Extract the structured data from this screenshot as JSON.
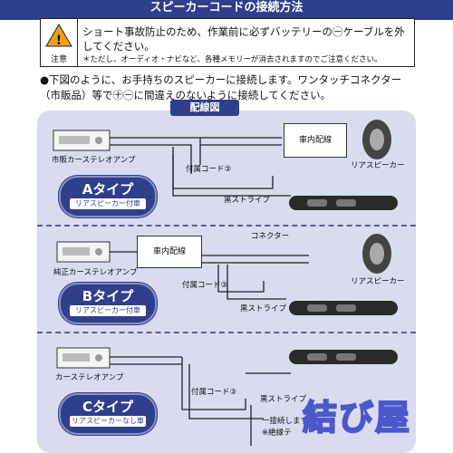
{
  "header": {
    "title": "スピーカーコードの接続方法"
  },
  "warning": {
    "label": "注意",
    "line1": "ショート事故防止のため、作業前に必ずバッテリーの㊀ケーブルを外してください。",
    "line2": "＊ただし、オーディオ・ナビなど、各種メモリーが消去されますのでご注意ください。"
  },
  "intro": "●下図のように、お手持ちのスピーカーに接続します。ワンタッチコネクター（市販品）等で㊉㊀に間違えのないように接続してください。",
  "diagram": {
    "title": "配線図",
    "sectionA": {
      "stereo_label": "市販カーステレオアンプ",
      "box_label": "車内配線",
      "speaker_label": "リアスピーカー",
      "cord_label": "付属コード③",
      "stripe_label": "黒ストライプ",
      "badge_big": "Aタイプ",
      "badge_small": "リアスピーカー付車"
    },
    "sectionB": {
      "stereo_label": "純正カーステレオアンプ",
      "box_label": "車内配線",
      "connector_label": "コネクター",
      "speaker_label": "リアスピーカー",
      "cord_label": "付属コード③",
      "stripe_label": "黒ストライプ",
      "badge_big": "Bタイプ",
      "badge_small": "リアスピーカー付車"
    },
    "sectionC": {
      "stereo_label": "カーステレオアンプ",
      "cord_label": "付属コード③",
      "stripe_label": "黒ストライプ",
      "badge_big": "Cタイプ",
      "badge_small": "リアスピーカーなし車",
      "note1": "一接続します。",
      "note2": "※絶縁テ"
    }
  },
  "watermark": "結び屋",
  "colors": {
    "navy": "#2f3f8c",
    "panel": "#d9dbef"
  }
}
